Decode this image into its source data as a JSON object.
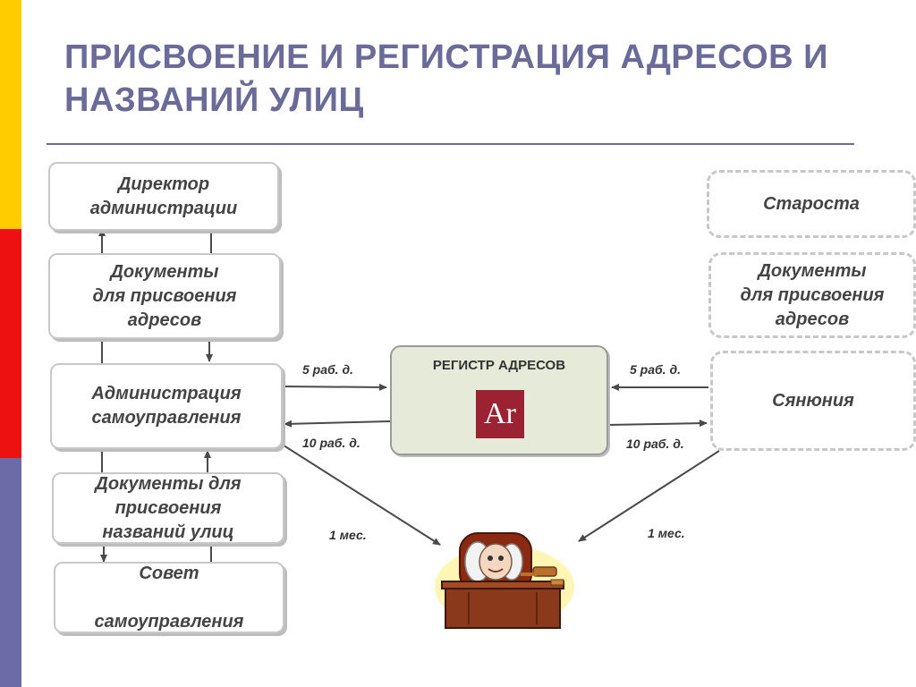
{
  "slide": {
    "title_line1": "ПРИСВОЕНИЕ И РЕГИСТРАЦИЯ АДРЕСОВ И",
    "title_line2": "НАЗВАНИЙ УЛИЦ"
  },
  "left_column": {
    "director": "Директор\nадминистрации",
    "docs_addresses": "Документы\nдля присвоения\nадресов",
    "administration": "Администрация\nсамоуправления",
    "docs_streets": "Документы для\nприсвоения\nназваний улиц",
    "council": "Совет\n\nсамоуправления"
  },
  "right_column": {
    "elder": "Староста",
    "docs_addresses": "Документы\nдля присвоения\nадресов",
    "syanyuniya": "Сянюния"
  },
  "register": {
    "title": "РЕГИСТР АДРЕСОВ",
    "logo_text": "Ar",
    "logo_color": "#9b2232"
  },
  "timings": {
    "left_in": "5 раб. д.",
    "left_out": "10 раб. д.",
    "right_in": "5 раб. д.",
    "right_out": "10 раб. д.",
    "court_left": "1 мес.",
    "court_right": "1 мес."
  },
  "colors": {
    "stripe_yellow": "#ffcc00",
    "stripe_red": "#ee1111",
    "stripe_blue": "#6b6ba8",
    "title": "#6b6b9a"
  }
}
